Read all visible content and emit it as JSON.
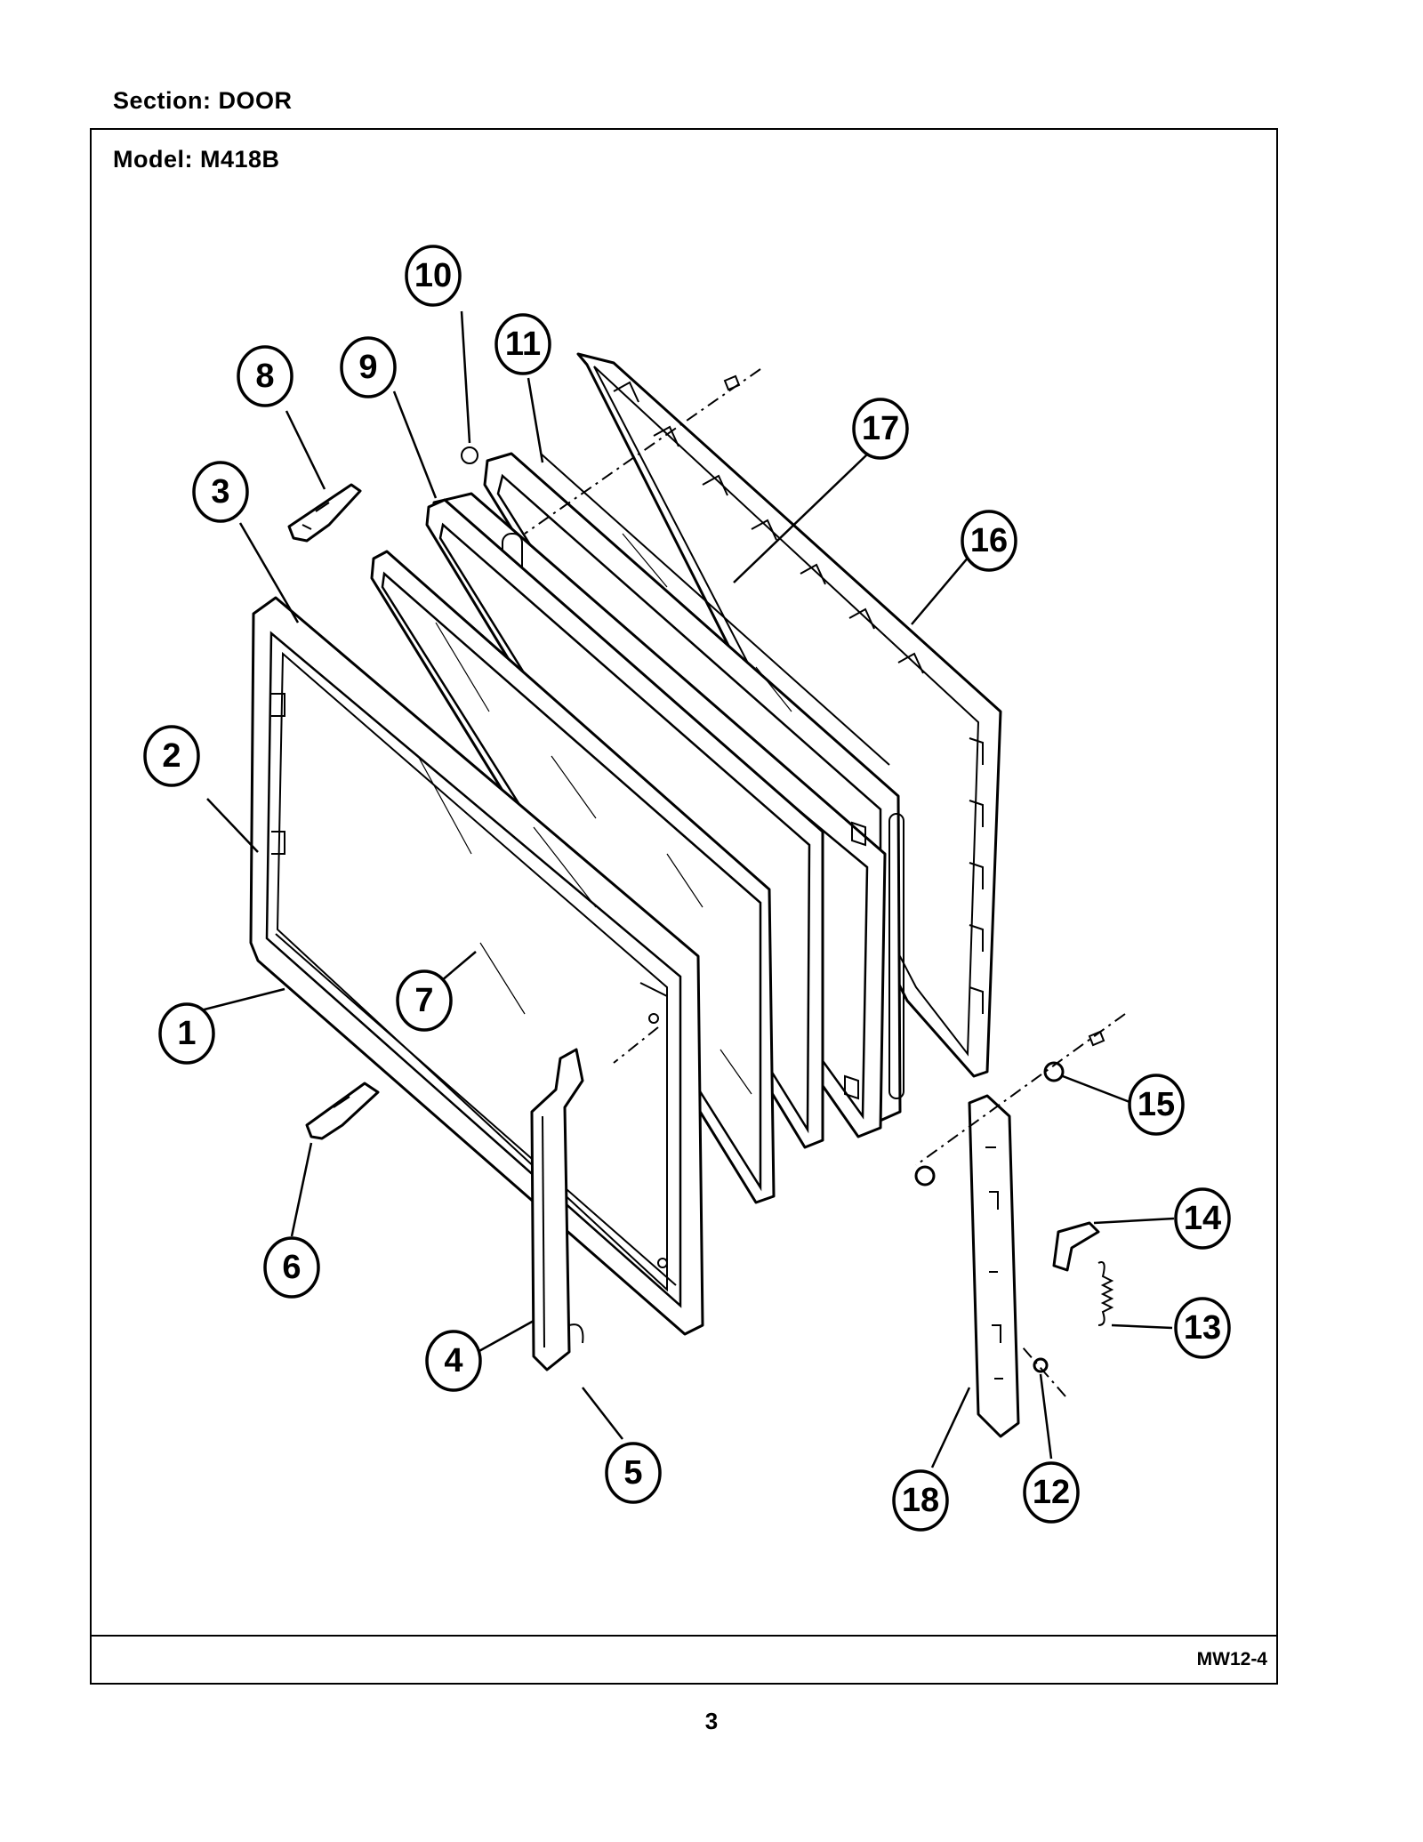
{
  "header": {
    "section_label": "Section:  DOOR"
  },
  "frame": {
    "model_label": "Model:  M418B",
    "footer_code": "MW12-4"
  },
  "page": {
    "number": "3"
  },
  "callouts": [
    {
      "num": "1"
    },
    {
      "num": "2"
    },
    {
      "num": "3"
    },
    {
      "num": "4"
    },
    {
      "num": "5"
    },
    {
      "num": "6"
    },
    {
      "num": "7"
    },
    {
      "num": "8"
    },
    {
      "num": "9"
    },
    {
      "num": "10"
    },
    {
      "num": "11"
    },
    {
      "num": "12"
    },
    {
      "num": "13"
    },
    {
      "num": "14"
    },
    {
      "num": "15"
    },
    {
      "num": "16"
    },
    {
      "num": "17"
    },
    {
      "num": "18"
    }
  ]
}
